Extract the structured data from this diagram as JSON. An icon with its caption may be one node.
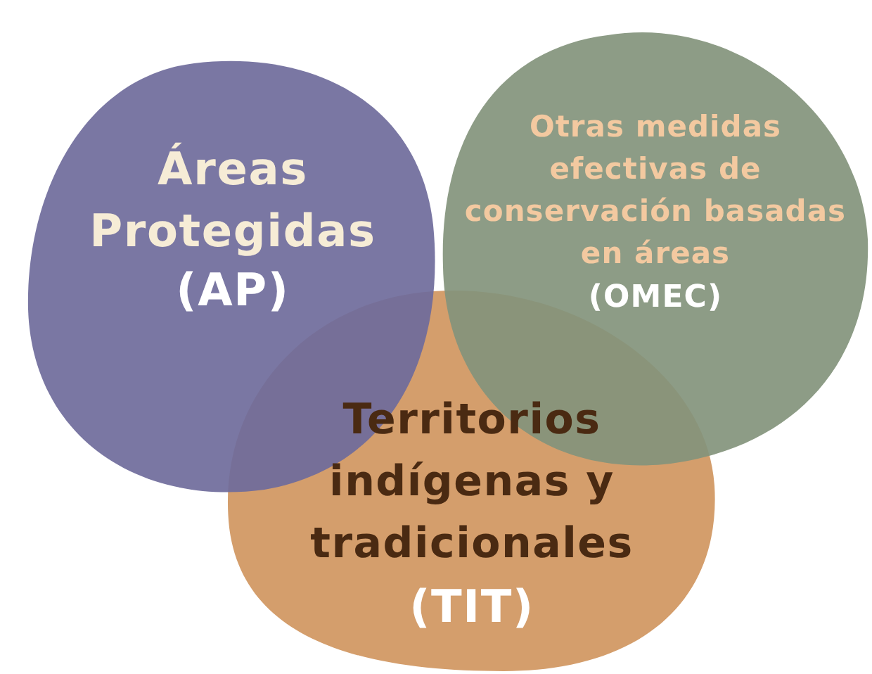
{
  "diagram": {
    "nodes": [
      {
        "text": [
          "Áreas Protegidas",
          "(AP)"
        ]
      },
      {
        "text": [
          "Otras medidas efectivas de conservación basadas en áreas",
          "(OMEC)"
        ]
      },
      {
        "text": [
          "Territorios indígenas y tradicionales",
          "(TIT)"
        ]
      }
    ],
    "edges": []
  }
}
